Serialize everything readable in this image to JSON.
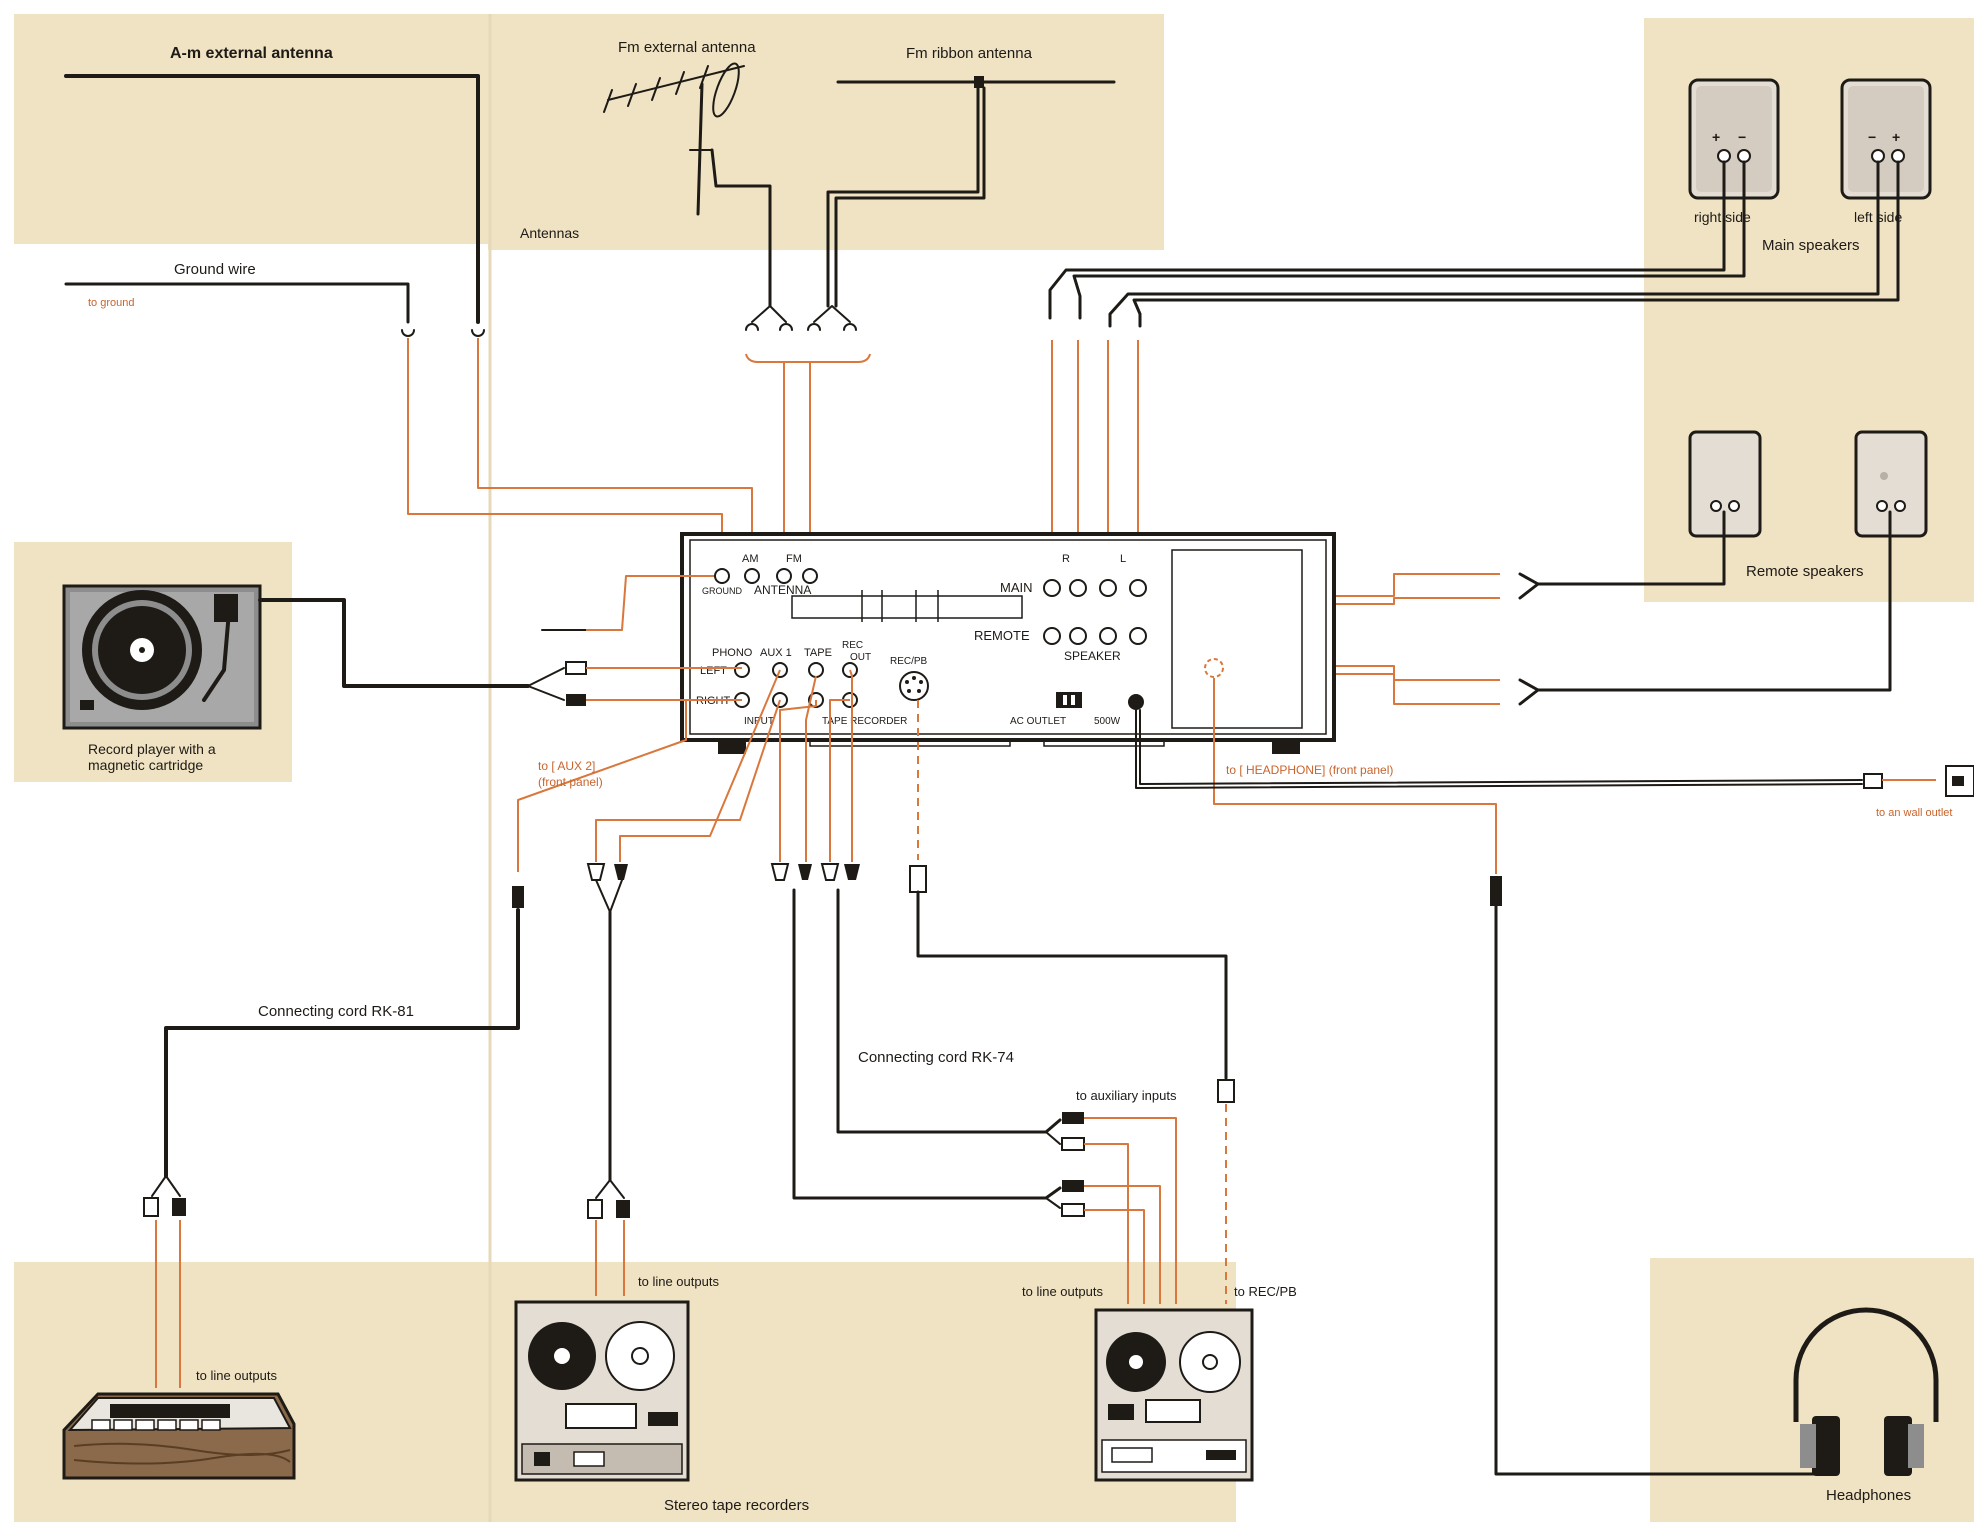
{
  "labels": {
    "am_antenna": "A-m external antenna",
    "fm_external": "Fm external antenna",
    "fm_ribbon": "Fm ribbon antenna",
    "antennas": "Antennas",
    "ground_wire": "Ground wire",
    "to_ground": "to ground",
    "main_speakers": "Main speakers",
    "right_side": "right   side",
    "left_side": "left   side",
    "remote_speakers": "Remote speakers",
    "record_player": "Record player with a",
    "record_player_2": "magnetic cartridge",
    "to_aux2": "to [ AUX 2]",
    "front_panel": "(front panel)",
    "to_headphone": "to [ HEADPHONE]  (front panel)",
    "to_wall": "to an wall outlet",
    "cord_rk81": "Connecting cord RK-81",
    "cord_rk74": "Connecting cord RK-74",
    "to_aux_inputs": "to auxiliary inputs",
    "to_line_outputs": "to line outputs",
    "to_recpb": "to REC/PB",
    "stereo_recorders": "Stereo  tape  recorders",
    "headphones": "Headphones"
  },
  "panel": {
    "am": "AM",
    "fm": "FM",
    "ground": "GROUND",
    "antenna": "ANTENNA",
    "main": "MAIN",
    "remote": "REMOTE",
    "speaker": "SPEAKER",
    "r": "R",
    "l": "L",
    "phono": "PHONO",
    "aux1": "AUX 1",
    "tape": "TAPE",
    "rec": "REC",
    "out": "OUT",
    "recpb": "REC/PB",
    "left": "LEFT",
    "right": "RIGHT",
    "input": "INPUT",
    "tape_recorder": "TAPE RECORDER",
    "ac_outlet": "AC OUTLET",
    "watts": "500W",
    "plus": "+",
    "minus": "−"
  },
  "colors": {
    "paper": "#efe3c3",
    "ink": "#1e1a16",
    "cord_orange": "#d9773c",
    "text_orange": "#c8642c"
  }
}
